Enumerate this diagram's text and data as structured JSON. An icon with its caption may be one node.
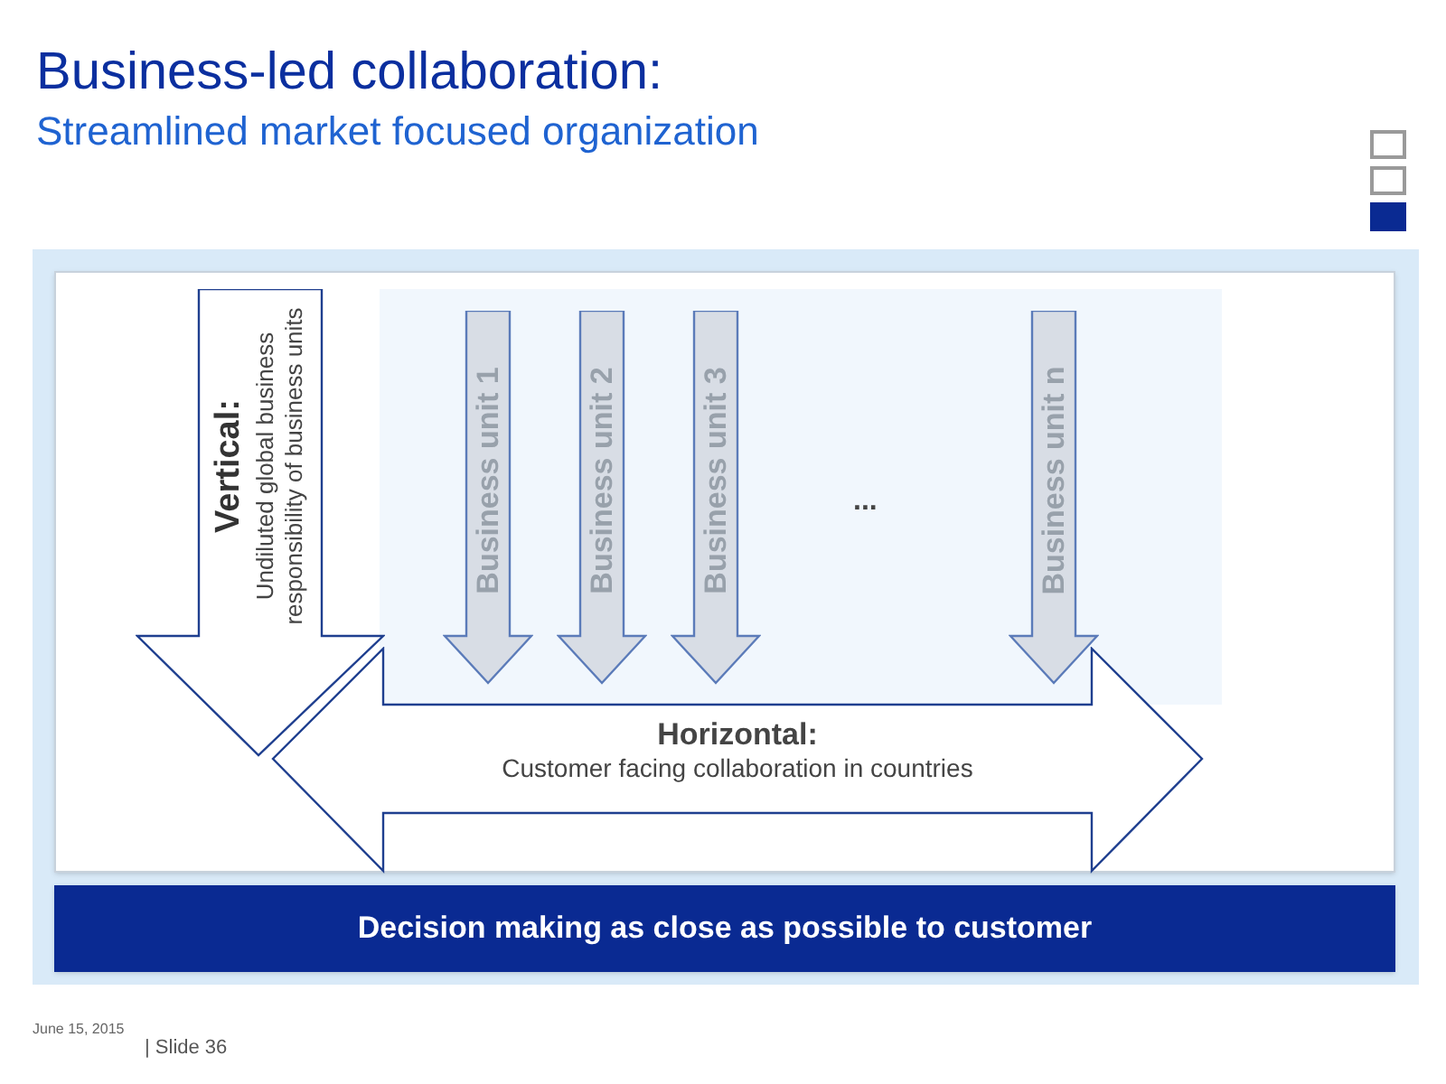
{
  "diagram": {
    "title": "Business-led collaboration:",
    "caption": "Streamlined market focused organization",
    "nodes": [
      {
        "text": [
          "Vertical:",
          "Undiluted global business responsibility of business units"
        ]
      },
      {
        "text": [
          "Business unit 1"
        ]
      },
      {
        "text": [
          "Business unit 2"
        ]
      },
      {
        "text": [
          "Business unit 3"
        ]
      },
      {
        "text": [
          "Business unit n"
        ]
      },
      {
        "text": [
          "Horizontal:",
          "Customer facing collaboration in countries"
        ]
      },
      {
        "text": [
          "Decision making as close as possible to customer"
        ]
      }
    ],
    "edges": [],
    "labels": [
      "...",
      "June 15, 2015",
      "| Slide 36"
    ]
  }
}
